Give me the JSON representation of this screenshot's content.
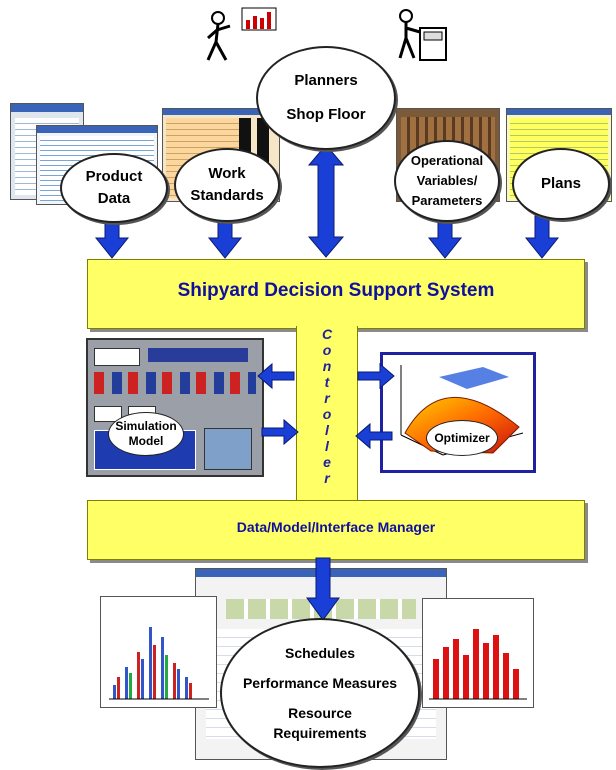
{
  "inputs": {
    "planners_line1": "Planners",
    "planners_line2": "Shop Floor",
    "product_line1": "Product",
    "product_line2": "Data",
    "work_line1": "Work",
    "work_line2": "Standards",
    "operational_line1": "Operational",
    "operational_line2": "Variables/",
    "operational_line3": "Parameters",
    "plans": "Plans"
  },
  "system": {
    "title": "Shipyard Decision Support System",
    "controller_letters": [
      "C",
      "o",
      "n",
      "t",
      "r",
      "o",
      "l",
      "l",
      "e",
      "r"
    ],
    "manager": "Data/Model/Interface Manager"
  },
  "modules": {
    "simulation_line1": "Simulation",
    "simulation_line2": "Model",
    "optimizer": "Optimizer"
  },
  "outputs": {
    "schedules": "Schedules",
    "performance": "Performance Measures",
    "resource_line1": "Resource",
    "resource_line2": "Requirements"
  },
  "colors": {
    "yellow_box": "#ffff66",
    "arrow_blue": "#1a3fd6",
    "title_blue": "#1010a0"
  },
  "icons": {
    "planner": "person-with-chart-icon",
    "shop_floor": "person-at-machine-icon"
  }
}
